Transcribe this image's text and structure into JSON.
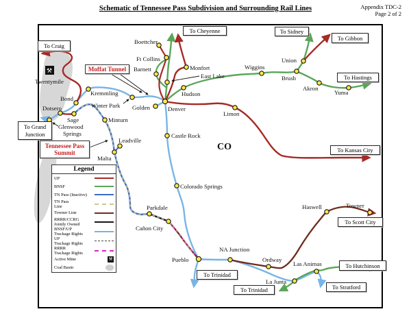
{
  "header": {
    "title": "Schematic of Tennessee Pass Subdivision and Surrounding Rail Lines",
    "appendix": "Appendix TDC-2",
    "page": "Page 2 of 2"
  },
  "region_label": "CO",
  "boxes": {
    "craig": "To Craig",
    "cheyenne": "To Cheyenne",
    "sidney": "To Sidney",
    "gibbon": "To Gibbon",
    "hastings": "To Hastings",
    "kansas_city": "To Kansas City",
    "grand_junction_1": "To Grand",
    "grand_junction_2": "Junction",
    "scott_city": "To Scott City",
    "hutchinson": "To Hutchinson",
    "trinidad_pueblo": "To Trinidad",
    "trinidad_lajunta": "To Trinidad",
    "stratford": "To Stratford",
    "moffat_tunnel": "Moffat Tunnel",
    "tn_summit_1": "Tennessee Pass",
    "tn_summit_2": "Summit"
  },
  "cities": {
    "boettcher": "Boettcher",
    "ft_collins": "Ft Collins",
    "barnett": "Barnett",
    "monfort": "Monfort",
    "east_lake": "East Lake",
    "hudson": "Hudson",
    "denver": "Denver",
    "golden": "Golden",
    "kremmling": "Kremmling",
    "winter_park": "Winter Park",
    "bond": "Bond",
    "dotsero": "Dotsero",
    "sage": "Sage",
    "glenwood_1": "Glenwood",
    "glenwood_2": "Springs",
    "minturn": "Minturn",
    "leadville": "Leadville",
    "malta": "Malta",
    "castle_rock": "Castle Rock",
    "colorado_springs": "Colorado Springs",
    "parkdale": "Parkdale",
    "canon_city": "Cañon City",
    "pueblo": "Pueblo",
    "na_junction": "NA Junction",
    "ordway": "Ordway",
    "las_animas": "Las Animas",
    "la_junta": "La Junta",
    "haswell": "Haswell",
    "towner": "Towner",
    "limon": "Limon",
    "wiggins": "Wiggins",
    "union": "Union",
    "brush": "Brush",
    "akron": "Akron",
    "yuma": "Yuma",
    "twentymile": "Twentymile"
  },
  "legend": {
    "title": "Legend",
    "items": [
      {
        "line1": "UP"
      },
      {
        "line1": "BNSF"
      },
      {
        "line1": "TN Pass (Inactive)"
      },
      {
        "line1": "TN Pass",
        "line2": "Line"
      },
      {
        "line1": "Towner Line"
      },
      {
        "line1": "RRRR/CCRG",
        "line2": "Jointly Owned"
      },
      {
        "line1": "BNSF/UP",
        "line2": "Trackage Rights"
      },
      {
        "line1": "UP",
        "line2": "Trackage Rights"
      },
      {
        "line1": "RRRR",
        "line2": "Trackage Rights"
      },
      {
        "line1": "Active Mine"
      },
      {
        "line1": "Coal Basin"
      }
    ]
  },
  "colors": {
    "up": "#a62a26",
    "bnsf": "#5aa658",
    "tn_pass_inactive": "#3a6ac8",
    "tn_pass_line": "#cdc88c",
    "towner_line": "#6e2c1e",
    "rrrr_ccrg": "#151515",
    "bnsf_up_trackage": "#78b4e6",
    "up_trackage": "#444444",
    "rrrr_trackage": "#e020c0",
    "city_dot": "#ffe84d",
    "coal_basin": "#d7d7d7",
    "red_label": "#c41f1f"
  }
}
